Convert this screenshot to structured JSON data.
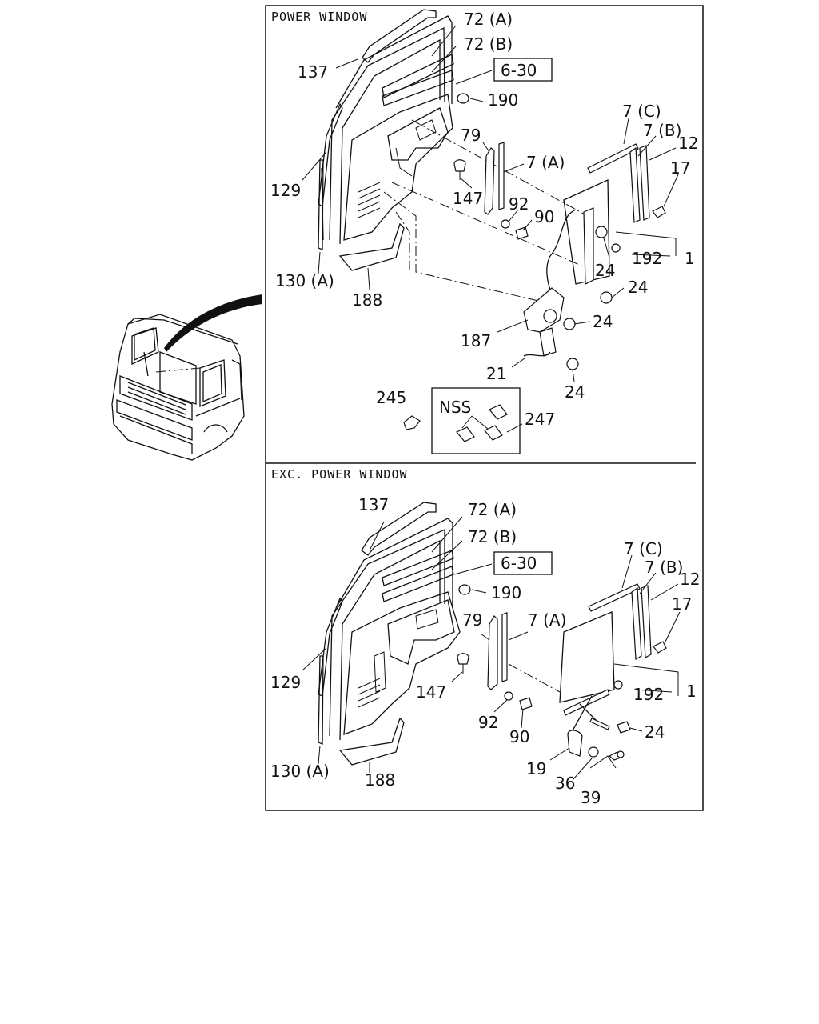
{
  "sections": [
    {
      "title": "POWER WINDOW"
    },
    {
      "title": "EXC. POWER WINDOW"
    }
  ],
  "power_window": {
    "labels": [
      "137",
      "72 (A)",
      "72 (B)",
      "6-30",
      "190",
      "129",
      "79",
      "7 (A)",
      "7 (C)",
      "7 (B)",
      "12",
      "17",
      "147",
      "92",
      "90",
      "1",
      "192",
      "24",
      "24",
      "24",
      "24",
      "130 (A)",
      "188",
      "187",
      "21",
      "245",
      "NSS",
      "247"
    ]
  },
  "exc_power_window": {
    "labels": [
      "137",
      "72 (A)",
      "72 (B)",
      "6-30",
      "190",
      "7 (C)",
      "7 (B)",
      "12",
      "17",
      "79",
      "7 (A)",
      "129",
      "147",
      "1",
      "192",
      "92",
      "90",
      "24",
      "19",
      "36",
      "39",
      "130 (A)",
      "188"
    ]
  }
}
